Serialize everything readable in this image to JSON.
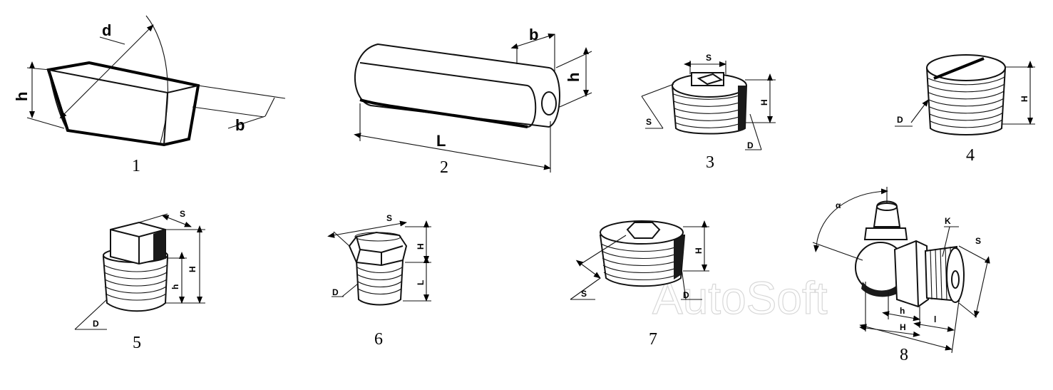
{
  "figures": [
    {
      "number": "1",
      "labels": {
        "d": "d",
        "h": "h",
        "b": "b"
      }
    },
    {
      "number": "2",
      "labels": {
        "b": "b",
        "h": "h",
        "L": "L"
      }
    },
    {
      "number": "3",
      "labels": {
        "S1": "S",
        "S2": "S",
        "H": "H",
        "D": "D"
      }
    },
    {
      "number": "4",
      "labels": {
        "D": "D",
        "H": "H"
      }
    },
    {
      "number": "5",
      "labels": {
        "S": "S",
        "H": "H",
        "h": "h",
        "D": "D"
      }
    },
    {
      "number": "6",
      "labels": {
        "S": "S",
        "H": "H",
        "L": "L",
        "D": "D"
      }
    },
    {
      "number": "7",
      "labels": {
        "H": "H",
        "S": "S",
        "D": "D"
      }
    },
    {
      "number": "8",
      "labels": {
        "alpha": "α",
        "K": "K",
        "S": "S",
        "h": "h",
        "H": "H",
        "l": "l"
      }
    }
  ],
  "watermark": "AutoSoft"
}
